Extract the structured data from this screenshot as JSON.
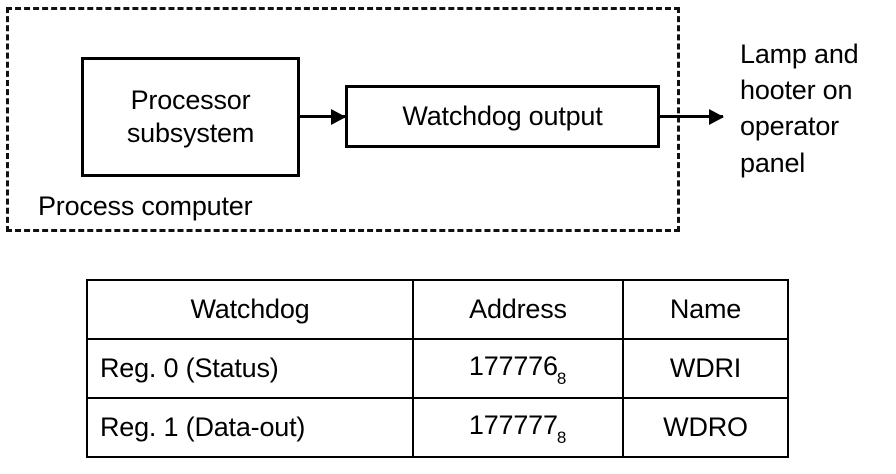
{
  "diagram": {
    "enclosure_label": "Process computer",
    "processor_box_line1": "Processor",
    "processor_box_line2": "subsystem",
    "watchdog_box_label": "Watchdog output",
    "external_label_line1": "Lamp and",
    "external_label_line2": "hooter on",
    "external_label_line3": "operator",
    "external_label_line4": "panel",
    "colors": {
      "stroke": "#000000",
      "enclosure_stroke": "#111111",
      "background": "#ffffff"
    }
  },
  "table": {
    "headers": [
      "Watchdog",
      "Address",
      "Name"
    ],
    "rows": [
      {
        "watchdog": "Reg. 0 (Status)",
        "address_value": "177776",
        "address_base": "8",
        "name": "WDRI"
      },
      {
        "watchdog": "Reg. 1 (Data-out)",
        "address_value": "177777",
        "address_base": "8",
        "name": "WDRO"
      }
    ]
  }
}
